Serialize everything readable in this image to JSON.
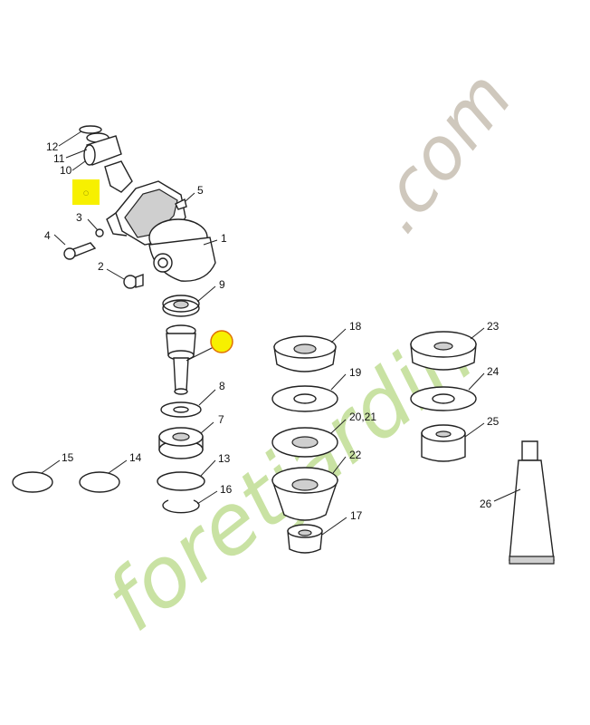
{
  "watermark": {
    "green_text": "foretjardin",
    "gray_text": ".com",
    "green_color": "#c9e2a3",
    "gray_color": "#cfc8bd"
  },
  "markers": {
    "square_color": "#f7f000",
    "circle_fill": "#f7f000",
    "circle_stroke": "#e07000",
    "square_dot": "○"
  },
  "parts": {
    "p1": "1",
    "p2": "2",
    "p3": "3",
    "p4": "4",
    "p5": "5",
    "p7": "7",
    "p8": "8",
    "p9": "9",
    "p10": "10",
    "p11": "11",
    "p12": "12",
    "p13": "13",
    "p14": "14",
    "p15": "15",
    "p16": "16",
    "p17": "17",
    "p18": "18",
    "p19": "19",
    "p20_21": "20,21",
    "p22": "22",
    "p23": "23",
    "p24": "24",
    "p25": "25",
    "p26": "26"
  }
}
